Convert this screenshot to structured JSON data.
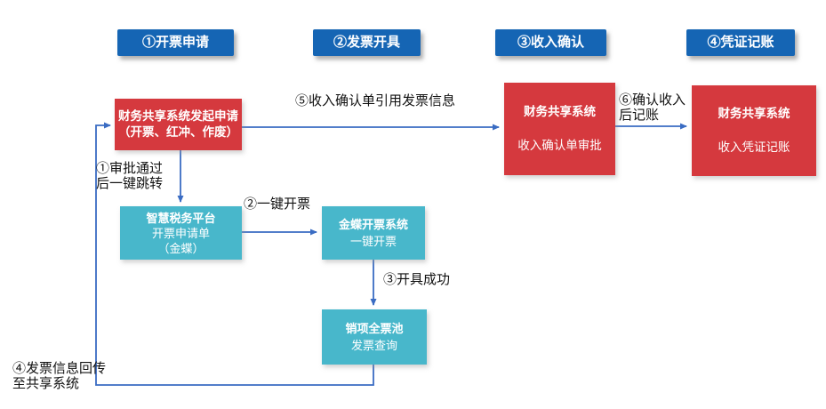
{
  "colors": {
    "header_blue": "#1565b4",
    "node_red": "#d5393e",
    "node_teal": "#48b7cb",
    "line_blue": "#3a6cc3"
  },
  "stage_headers": [
    {
      "label": "①开票申请"
    },
    {
      "label": "②发票开具"
    },
    {
      "label": "③收入确认"
    },
    {
      "label": "④凭证记账"
    }
  ],
  "nodes": {
    "share_request": {
      "lines": [
        "财务共享系统发起申请",
        "（开票、红冲、作废）"
      ]
    },
    "tax_platform": {
      "lines": [
        "智慧税务平台",
        "开票申请单",
        "（金蝶）"
      ]
    },
    "kingdee_invoice": {
      "lines": [
        "金蝶开票系统",
        "一键开票"
      ]
    },
    "invoice_pool": {
      "lines": [
        "销项全票池",
        "发票查询"
      ]
    },
    "revenue_confirm": {
      "lines": [
        "财务共享系统",
        "收入确认单审批"
      ]
    },
    "voucher_posting": {
      "lines": [
        "财务共享系统",
        "收入凭证记账"
      ]
    }
  },
  "edge_labels": {
    "approve_jump": {
      "lines": [
        "①审批通过",
        "后一键跳转"
      ]
    },
    "one_key_invoice": {
      "text": "②一键开票"
    },
    "issue_success": {
      "text": "③开具成功"
    },
    "info_return": {
      "lines": [
        "④发票信息回传",
        "至共享系统"
      ]
    },
    "quote_invoice": {
      "text": "⑤收入确认单引用发票信息"
    },
    "confirm_post": {
      "lines": [
        "⑥确认收入",
        "后记账"
      ]
    }
  }
}
